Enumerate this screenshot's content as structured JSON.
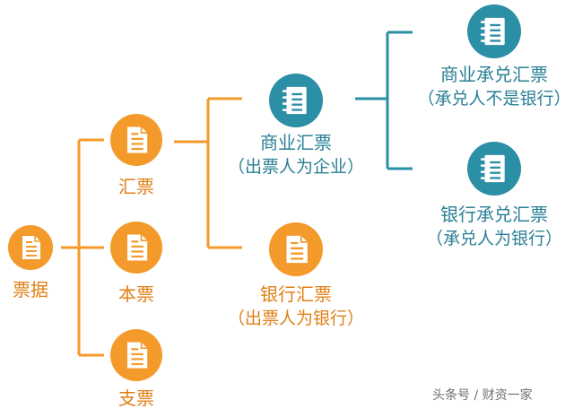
{
  "colors": {
    "orange": "#F39A2B",
    "teal": "#2B8FA6",
    "orange_text": "#E07F14",
    "teal_text": "#2A7F96",
    "icon_fill": "#FFFFFF"
  },
  "nodes": {
    "bill": {
      "label": "票据",
      "icon": "document-icon"
    },
    "draft": {
      "label": "汇票",
      "icon": "document-icon"
    },
    "promissory": {
      "label": "本票",
      "icon": "document-icon"
    },
    "check": {
      "label": "支票",
      "icon": "document-icon"
    },
    "commercial_draft": {
      "label": "商业汇票",
      "sub": "（出票人为企业）",
      "icon": "notebook-icon"
    },
    "bank_draft": {
      "label": "银行汇票",
      "sub": "（出票人为银行）",
      "icon": "document-icon"
    },
    "commercial_acceptance": {
      "label": "商业承兑汇票",
      "sub": "（承兑人不是银行）",
      "icon": "notebook-icon"
    },
    "bank_acceptance": {
      "label": "银行承兑汇票",
      "sub": "（承兑人为银行）",
      "icon": "notebook-icon"
    }
  },
  "watermark": "头条号 / 财资一家"
}
